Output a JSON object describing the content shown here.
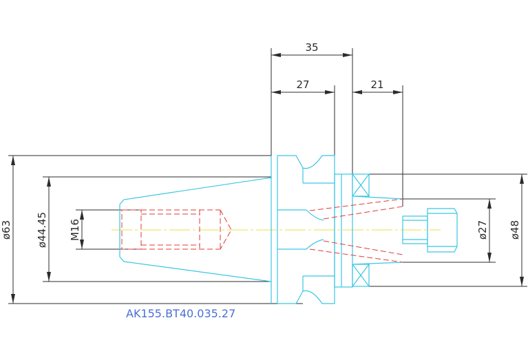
{
  "colors": {
    "background": "#ffffff",
    "dimension": "#2b2b2b",
    "outline": "#39c6e3",
    "hidden": "#e03a3a",
    "centerline": "#e8e14a",
    "label": "#4a6fd8"
  },
  "dimensions": {
    "top_overall": "35",
    "top_left": "27",
    "top_right": "21",
    "left_outer_dia": "ø63",
    "left_inner_dia": "ø44.45",
    "thread": "M16",
    "right_bore_dia": "ø27",
    "right_outer_dia": "ø48"
  },
  "part_number": "AK155.BT40.035.27"
}
